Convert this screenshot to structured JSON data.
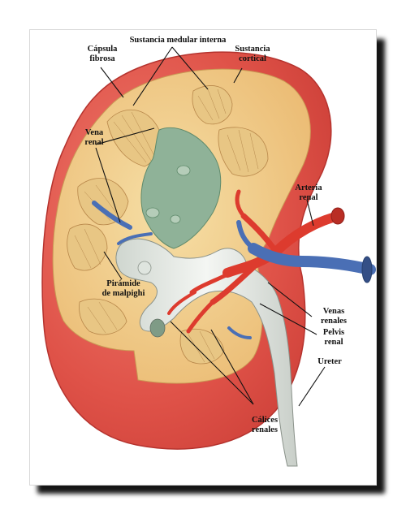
{
  "labels": {
    "capsula": [
      "Cápsula",
      "fibrosa"
    ],
    "medular": [
      "Sustancia medular interna"
    ],
    "cortical": [
      "Sustancia",
      "cortical"
    ],
    "vena": [
      "Vena",
      "renal"
    ],
    "arteria": [
      "Arteria",
      "renal"
    ],
    "piramide": [
      "Pirámide",
      "de malpighi"
    ],
    "venas": [
      "Venas",
      "renales"
    ],
    "pelvis": [
      "Pelvis",
      "renal"
    ],
    "ureter": [
      "Ureter"
    ],
    "calices": [
      "Cálices",
      "renales"
    ]
  },
  "colors": {
    "capsule": "#e2574f",
    "cortex": "#f3d28e",
    "pelvis": "#e9eee9",
    "medulla_green": "#8fb298",
    "artery": "#dd3b2e",
    "vein": "#4a6fb5",
    "shadow": "#151515"
  }
}
